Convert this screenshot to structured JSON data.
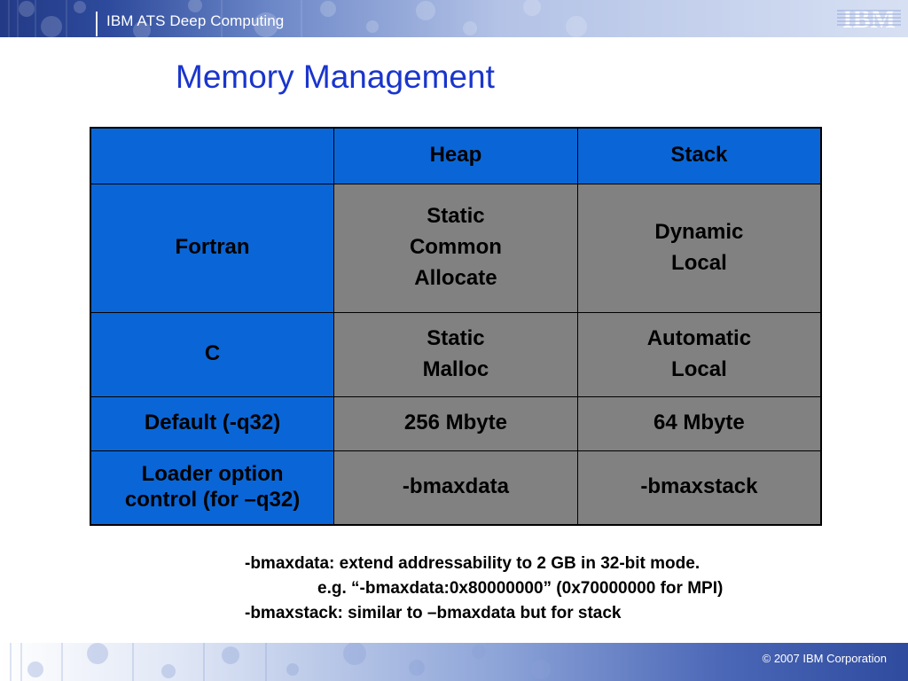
{
  "header": {
    "title": "IBM ATS Deep Computing",
    "logo_text": "IBM"
  },
  "slide": {
    "title": "Memory Management"
  },
  "table": {
    "columns": [
      "",
      "Heap",
      "Stack"
    ],
    "rows": [
      {
        "label": "Fortran",
        "heap": [
          "Static",
          "Common",
          "Allocate"
        ],
        "stack": [
          "Dynamic",
          "Local"
        ]
      },
      {
        "label": "C",
        "heap": [
          "Static",
          "Malloc"
        ],
        "stack": [
          "Automatic",
          "Local"
        ]
      },
      {
        "label": "Default (-q32)",
        "heap": [
          "256 Mbyte"
        ],
        "stack": [
          "64 Mbyte"
        ]
      },
      {
        "label": [
          "Loader option",
          "control (for –q32)"
        ],
        "heap": [
          "-bmaxdata"
        ],
        "stack": [
          "-bmaxstack"
        ]
      }
    ]
  },
  "notes": [
    "-bmaxdata: extend addressability to 2 GB in 32-bit mode.",
    "e.g. “-bmaxdata:0x80000000” (0x70000000 for MPI)",
    "-bmaxstack: similar to –bmaxdata but for stack"
  ],
  "footer": {
    "copyright": "© 2007 IBM Corporation"
  },
  "colors": {
    "title": "#1a35cc",
    "table_blue": "#0a66d6",
    "table_gray": "#818181"
  }
}
